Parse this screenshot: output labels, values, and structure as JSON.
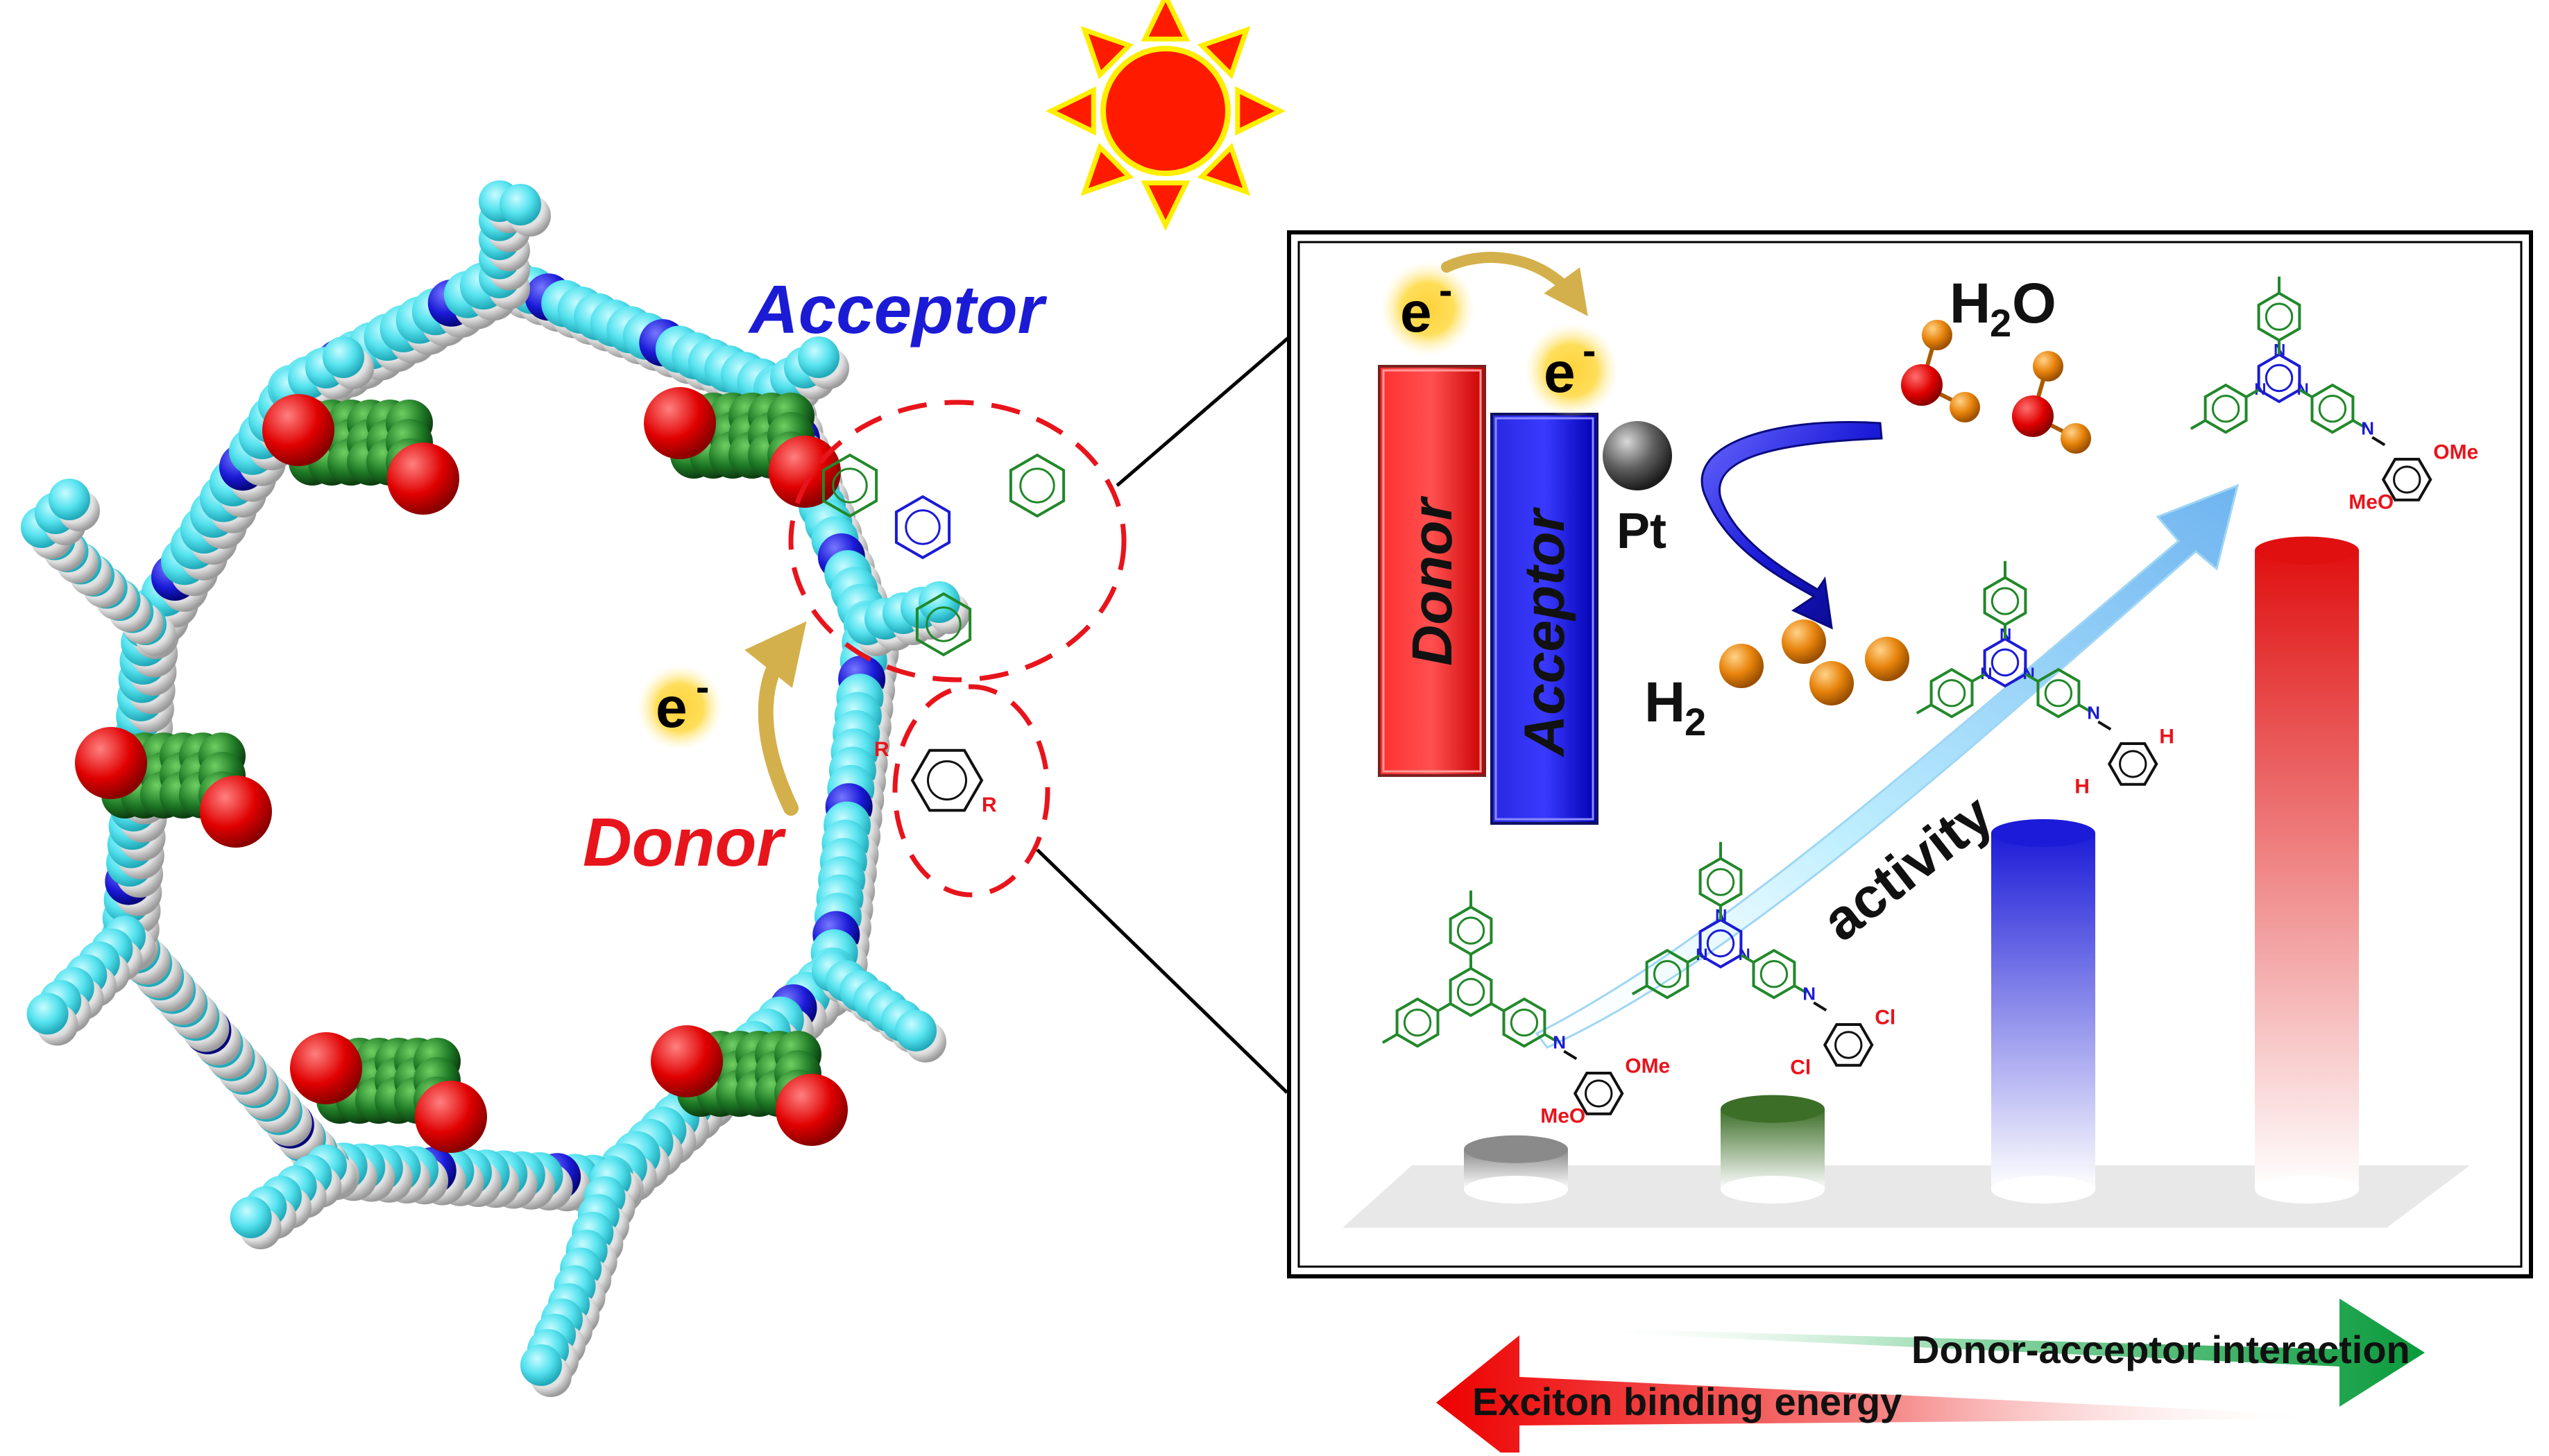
{
  "figure": {
    "labels": {
      "acceptor": "Acceptor",
      "donor": "Donor",
      "electron": "e",
      "electron_sup": "-",
      "n_atom": "N",
      "r_group": "R"
    },
    "mechanism": {
      "donor_box": "Donor",
      "acceptor_box": "Acceptor",
      "pt": "Pt",
      "h2o_main": "H",
      "h2o_sub": "2",
      "h2o_tail": "O",
      "h2_main": "H",
      "h2_sub": "2"
    },
    "structures": {
      "h_sub": "H",
      "cl_sub": "Cl",
      "ome_sub": "OMe",
      "meo_sub": "MeO"
    },
    "activity_label": "activity",
    "bars": [
      {
        "name": "ome-phenyl",
        "level": 0.06,
        "color": "#8a8a8a"
      },
      {
        "name": "cl-triazine",
        "level": 0.12,
        "color": "#3c6e27"
      },
      {
        "name": "h-triazine",
        "level": 0.53,
        "color": "#1c1cd8"
      },
      {
        "name": "ome-triazine",
        "level": 0.95,
        "color": "#e01010"
      }
    ],
    "arrows": {
      "green_label": "Donor-acceptor interaction",
      "red_label": "Exciton binding energy"
    },
    "colors": {
      "donor_red": "#e8141c",
      "acceptor_blue": "#1b1bd6",
      "structure_green": "#22882a",
      "cyan": "#56e3ef",
      "sun": "#ff1a00",
      "sun_ray": "#ffee00",
      "orange_atom": "#e8840c"
    }
  }
}
